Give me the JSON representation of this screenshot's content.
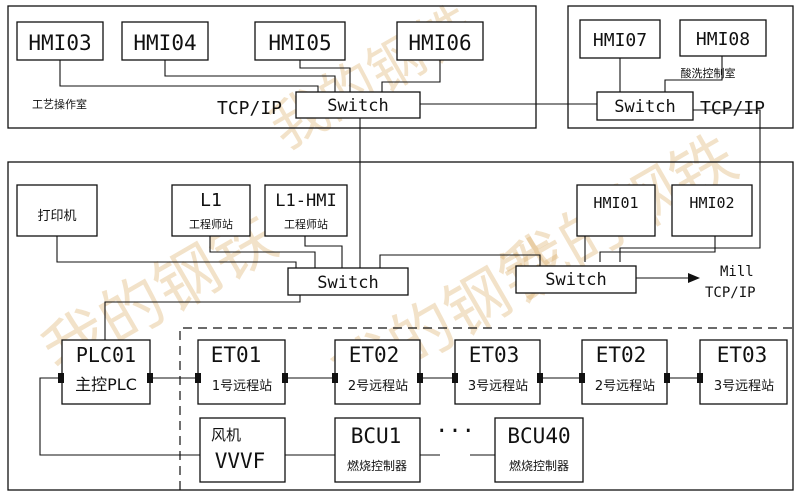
{
  "watermark": {
    "text": "我的钢铁",
    "color": "#d9a75a"
  },
  "areas": {
    "process_room_label": "工艺操作室",
    "pickling_room_label": "酸洗控制室"
  },
  "network": {
    "tcpip_left": "TCP/IP",
    "tcpip_right": "TCP/IP",
    "mill_label": "Mill",
    "mill_tcpip": "TCP/IP"
  },
  "nodes": {
    "hmi03": {
      "label": "HMI03"
    },
    "hmi04": {
      "label": "HMI04"
    },
    "hmi05": {
      "label": "HMI05"
    },
    "hmi06": {
      "label": "HMI06"
    },
    "hmi07": {
      "label": "HMI07"
    },
    "hmi08": {
      "label": "HMI08"
    },
    "hmi01": {
      "label": "HMI01"
    },
    "hmi02": {
      "label": "HMI02"
    },
    "switch_top": {
      "label": "Switch"
    },
    "switch_pickling": {
      "label": "Switch"
    },
    "switch_main": {
      "label": "Switch"
    },
    "switch_hmi": {
      "label": "Switch"
    },
    "printer": {
      "label": "打印机"
    },
    "l1": {
      "label": "L1",
      "sublabel": "工程师站"
    },
    "l1hmi": {
      "label": "L1-HMI",
      "sublabel": "工程师站"
    },
    "plc01": {
      "label": "PLC01",
      "sublabel": "主控PLC"
    },
    "et01": {
      "label": "ET01",
      "sublabel": "1号远程站"
    },
    "et02a": {
      "label": "ET02",
      "sublabel": "2号远程站"
    },
    "et03a": {
      "label": "ET03",
      "sublabel": "3号远程站"
    },
    "et02b": {
      "label": "ET02",
      "sublabel": "2号远程站"
    },
    "et03b": {
      "label": "ET03",
      "sublabel": "3号远程站"
    },
    "fan": {
      "label": "VVVF",
      "sublabel": "风机"
    },
    "bcu1": {
      "label": "BCU1",
      "sublabel": "燃烧控制器"
    },
    "bcu40": {
      "label": "BCU40",
      "sublabel": "燃烧控制器"
    },
    "ellipsis": {
      "label": "···"
    }
  }
}
